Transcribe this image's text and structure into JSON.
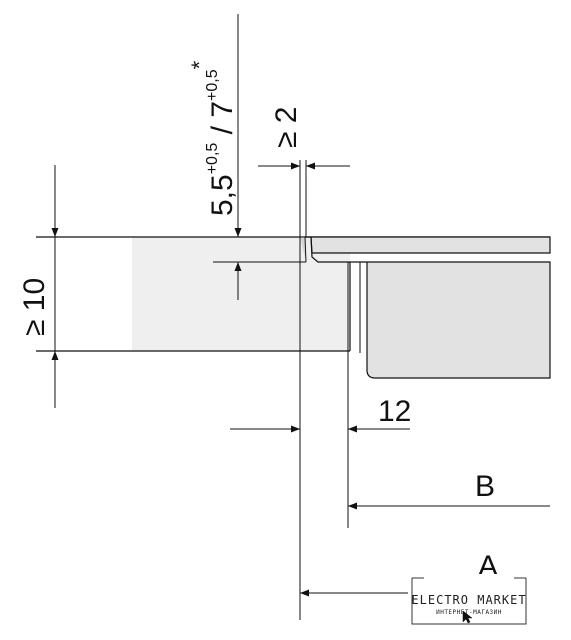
{
  "diagram": {
    "dims": {
      "gap_min": "≥ 2",
      "worktop_min": "≥ 10",
      "depth_main": "5,5",
      "depth_main_tol": "+0,5",
      "depth_sep": " / ",
      "depth_alt": "7",
      "depth_alt_tol": "+0,5",
      "asterisk": "*",
      "overlap": "12",
      "ref_b": "B",
      "ref_a": "A"
    },
    "watermark": {
      "title": "ELECTRO MARKET",
      "subtitle": "ИНТЕРНЕТ-МАГАЗИН"
    },
    "colors": {
      "line": "#111111",
      "worktop_fill": "#efefef",
      "appliance_fill": "#e2e2e2"
    }
  }
}
